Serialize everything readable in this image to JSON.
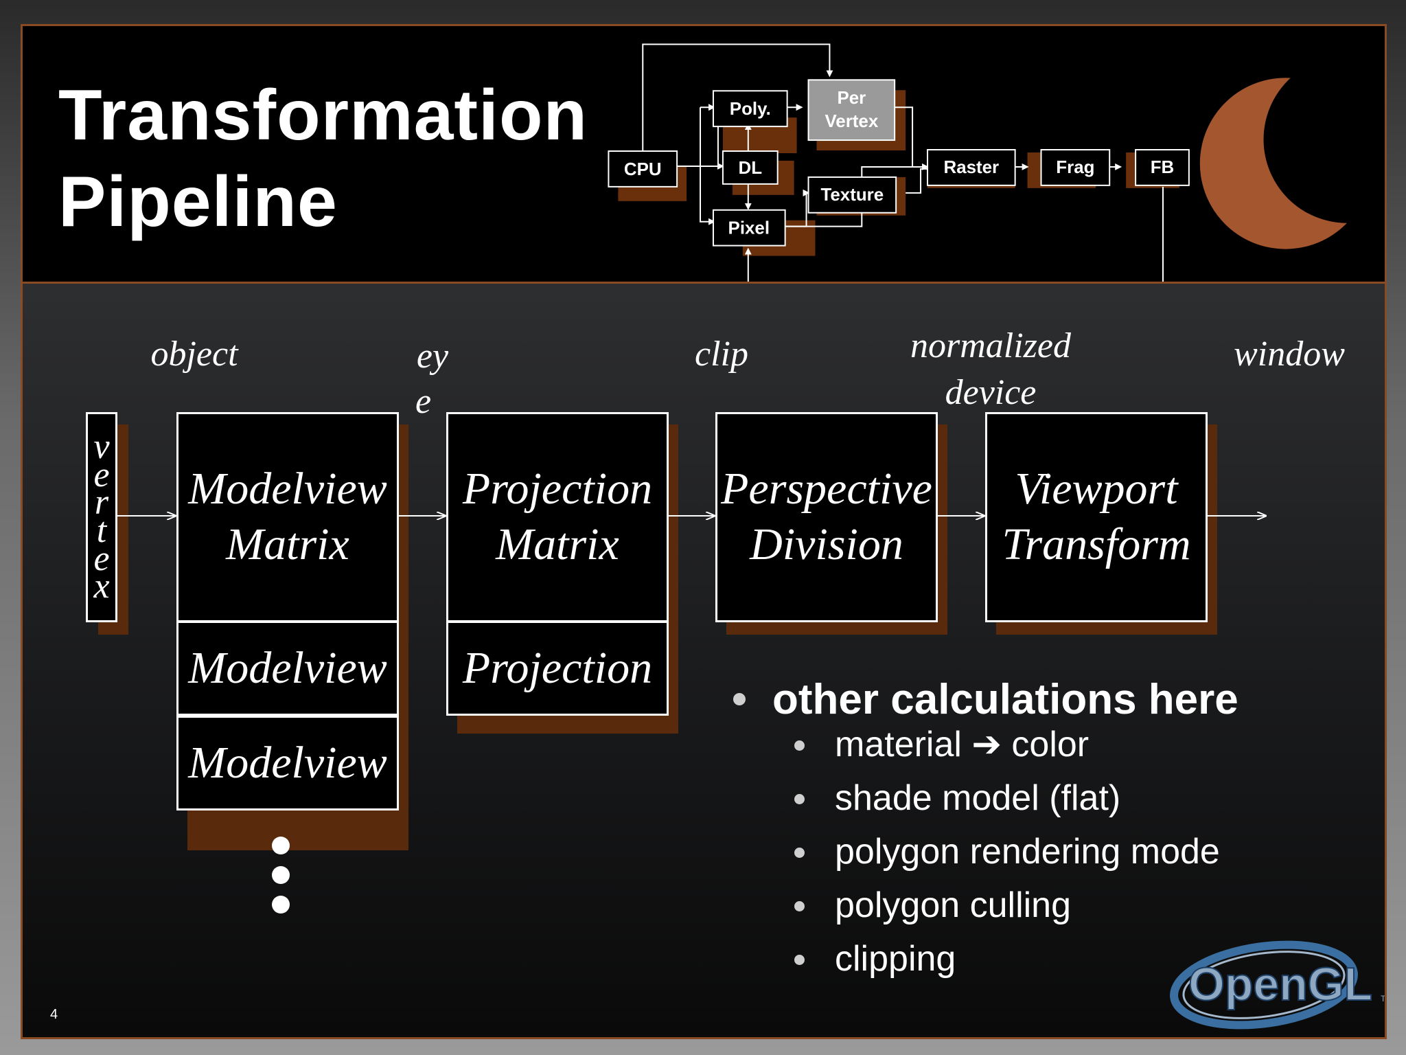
{
  "title": {
    "line1": "Transformation",
    "line2": "Pipeline"
  },
  "mini_diagram": {
    "cpu": "CPU",
    "poly": "Poly.",
    "dl": "DL",
    "pixel": "Pixel",
    "per_vertex_1": "Per",
    "per_vertex_2": "Vertex",
    "texture": "Texture",
    "raster": "Raster",
    "frag": "Frag",
    "fb": "FB"
  },
  "spaces": {
    "object": "object",
    "eye_1": "ey",
    "eye_2": "e",
    "clip": "clip",
    "normalized_1": "normalized",
    "normalized_2": "device",
    "window": "window"
  },
  "vertex_letters": [
    "v",
    "e",
    "r",
    "t",
    "e",
    "x"
  ],
  "boxes": {
    "modelview_1": "Modelview",
    "modelview_2": "Matrix",
    "projection_1": "Projection",
    "projection_2": "Matrix",
    "perspective_1": "Perspective",
    "perspective_2": "Division",
    "viewport_1": "Viewport",
    "viewport_2": "Transform",
    "mv_stack_1": "Modelview",
    "mv_stack_2": "Modelview",
    "proj_stack_1": "Projection"
  },
  "bullets": {
    "main": "other calculations here",
    "subs": [
      "material ➔ color",
      "shade model (flat)",
      "polygon rendering mode",
      "polygon culling",
      "clipping"
    ]
  },
  "page_number": "4",
  "logo": {
    "text": "OpenGL",
    "tm": "TM"
  },
  "colors": {
    "accent": "#8a4a22",
    "shadow": "#5a2a0c",
    "moon": "#a4562f",
    "per_vertex_fill": "#9a9a9a"
  }
}
